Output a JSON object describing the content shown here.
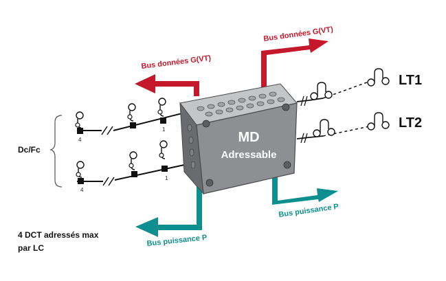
{
  "box": {
    "title": "MD",
    "subtitle": "Adressable"
  },
  "buses": {
    "data_left": "Bus données G(VT)",
    "data_right": "Bus données G(VT)",
    "power_left": "Bus puissance P",
    "power_right": "Bus puissance P"
  },
  "lines": {
    "lt1": "LT1",
    "lt2": "LT2"
  },
  "left_group": {
    "label": "Dc/Fc",
    "row1": {
      "first_number": "4",
      "last_number": "1"
    },
    "row2": {
      "first_number": "4",
      "last_number": "1"
    }
  },
  "note": {
    "line1": "4 DCT adressés max",
    "line2": "par LC"
  },
  "colors": {
    "data_bus": "#c5182b",
    "power_bus": "#0e8f8f",
    "box_fill": "#8e8f92",
    "box_top": "#c4c5c7",
    "box_side": "#6a6b6e"
  }
}
